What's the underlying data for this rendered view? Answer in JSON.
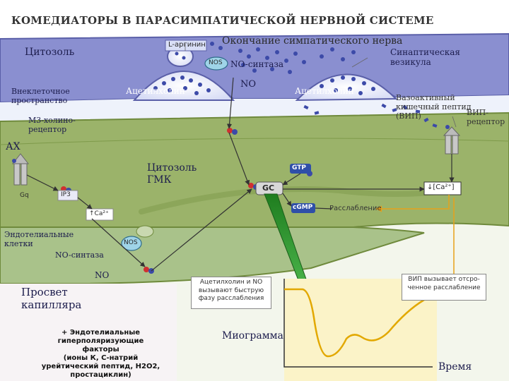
{
  "title": "КОМЕДИАТОРЫ В ПАРАСИМПАТИЧЕСКОЙ НЕРВНОЙ СИСТЕМЕ",
  "labels": {
    "sympathetic_ending": "Окончание симпатического нерва",
    "l_arginine": "L-аргинин",
    "cytosol": "Цитозоль",
    "nos": "NOS",
    "no_synthase": "NO-синтаза",
    "synaptic_vesicle": "Синаптическая\nвезикула",
    "extracellular": "Внеклеточное\nпространство",
    "acetylcholine_left": "Ацетилхолин",
    "no_top": "NO",
    "acetylcholine_right": "Ацетилхолин",
    "vip_long": "Вазоактивный\nкишечный пептид\n(ВИП)",
    "vip_receptor": "ВИП-\nрецептор",
    "m3_receptor": "М3-холино-\nрецептор",
    "ax": "АХ",
    "cytosol_smc": "Цитозоль\nГМК",
    "gtp": "GTP",
    "gc": "GC",
    "ca_box": "↓[Ca²⁺]",
    "cgmp": "cGMP",
    "relaxation": "Расслабление",
    "gq": "Gq",
    "ip3": "IP3",
    "ca2": "↑Ca²⁺",
    "endothelial": "Эндотелиальные\nклетки",
    "nos_lower": "NOS",
    "no_synthase_lower": "NO-синтаза",
    "no_lower": "NO",
    "lumen": "Просвет\nкапилляра",
    "fast_phase": "Ацетилхолин и NO\nвызывают быструю\nфазу расслабления",
    "vip_delayed": "ВИП вызывает отсро-\nченное расслабление",
    "myogram": "Миограмма",
    "time": "Время",
    "factors_note": "+ Эндотелиальные\nгиперполяризующие факторы\n(ионы К, С-натрий\nурейтический пептид, Н2О2,\nпростациклин)"
  },
  "colors": {
    "neuron_fill": "#8a8fd0",
    "smooth_muscle": "#9bb36a",
    "endothelium": "#a9c28a",
    "myogram_panel": "#fbf3c8",
    "myogram_curve": "#e2a800",
    "green_arrow": "#2f9b2f",
    "orange_arrow": "#e8a11a"
  },
  "icons": [
    "vesicle-icon",
    "receptor-icon",
    "molecule-icon",
    "arrow-icon"
  ]
}
